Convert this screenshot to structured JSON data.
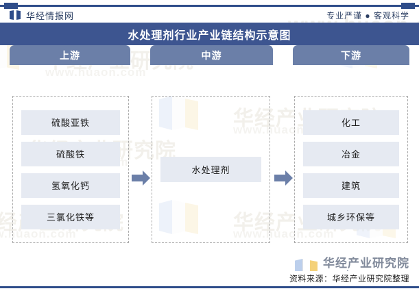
{
  "header": {
    "brand_name": "华经情报网",
    "logo_icon": "book-logo-icon",
    "slogan": "专业严谨 ● 客观科学",
    "title": "水处理剂行业产业链结构示意图"
  },
  "colors": {
    "title_bar": "#3d5590",
    "column_header": "#6b7fa8",
    "cell_bg": "#e6eaf2",
    "accent_line": "#2f4d8a",
    "dashed_border": "#aaaaaa",
    "arrow": "#6b7fa8"
  },
  "diagram": {
    "columns": [
      {
        "id": "upstream",
        "header": "上游",
        "items": [
          "硫酸亚铁",
          "硫酸铁",
          "氢氧化钙",
          "三氯化铁等"
        ]
      },
      {
        "id": "midstream",
        "header": "中游",
        "items": [
          "水处理剂"
        ]
      },
      {
        "id": "downstream",
        "header": "下游",
        "items": [
          "化工",
          "冶金",
          "建筑",
          "城乡环保等"
        ]
      }
    ],
    "arrows": [
      {
        "id": "upstream-to-midstream",
        "icon": "arrow-right-icon"
      },
      {
        "id": "midstream-to-downstream",
        "icon": "arrow-right-icon"
      }
    ]
  },
  "watermarks": {
    "brand_text": "华经产业研究院",
    "url_text": "www.huaon.com",
    "logo_icon": "book-pages-icon"
  },
  "footer": {
    "source": "资料来源：华经产业研究院整理"
  }
}
